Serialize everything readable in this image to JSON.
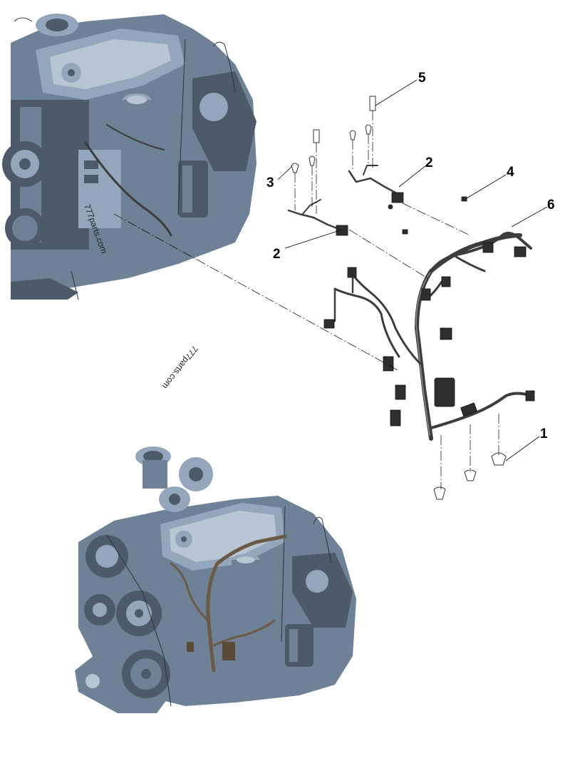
{
  "callouts": [
    {
      "id": "1",
      "label": "1"
    },
    {
      "id": "2a",
      "label": "2"
    },
    {
      "id": "2b",
      "label": "2"
    },
    {
      "id": "3",
      "label": "3"
    },
    {
      "id": "4",
      "label": "4"
    },
    {
      "id": "5",
      "label": "5"
    },
    {
      "id": "6",
      "label": "6"
    }
  ],
  "watermarks": {
    "upper": "777parts.com",
    "center": "777parts.com"
  },
  "colors": {
    "engine_body": "#6f8196",
    "harness": "#3d3d3d",
    "highlight_harness": "#6b5a45"
  },
  "icons": [
    "engine-top-illustration",
    "engine-bottom-illustration",
    "wiring-harness-illustration",
    "clip-icon"
  ]
}
